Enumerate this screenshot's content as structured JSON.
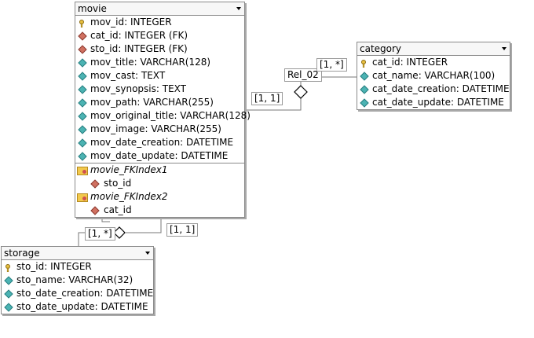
{
  "tables": {
    "movie": {
      "title": "movie",
      "columns": [
        {
          "text": "mov_id: INTEGER",
          "kind": "pk"
        },
        {
          "text": "cat_id: INTEGER (FK)",
          "kind": "fk"
        },
        {
          "text": "sto_id: INTEGER (FK)",
          "kind": "fk"
        },
        {
          "text": "mov_title: VARCHAR(128)",
          "kind": "col"
        },
        {
          "text": "mov_cast: TEXT",
          "kind": "col"
        },
        {
          "text": "mov_synopsis: TEXT",
          "kind": "col"
        },
        {
          "text": "mov_path: VARCHAR(255)",
          "kind": "col"
        },
        {
          "text": "mov_original_title: VARCHAR(128)",
          "kind": "col"
        },
        {
          "text": "mov_image: VARCHAR(255)",
          "kind": "col"
        },
        {
          "text": "mov_date_creation: DATETIME",
          "kind": "col"
        },
        {
          "text": "mov_date_update: DATETIME",
          "kind": "col"
        }
      ],
      "indexes": [
        {
          "name": "movie_FKIndex1",
          "column": "sto_id"
        },
        {
          "name": "movie_FKIndex2",
          "column": "cat_id"
        }
      ]
    },
    "category": {
      "title": "category",
      "columns": [
        {
          "text": "cat_id: INTEGER",
          "kind": "pk"
        },
        {
          "text": "cat_name: VARCHAR(100)",
          "kind": "col"
        },
        {
          "text": "cat_date_creation: DATETIME",
          "kind": "col"
        },
        {
          "text": "cat_date_update: DATETIME",
          "kind": "col"
        }
      ]
    },
    "storage": {
      "title": "storage",
      "columns": [
        {
          "text": "sto_id: INTEGER",
          "kind": "pk"
        },
        {
          "text": "sto_name: VARCHAR(32)",
          "kind": "col"
        },
        {
          "text": "sto_date_creation: DATETIME",
          "kind": "col"
        },
        {
          "text": "sto_date_update: DATETIME",
          "kind": "col"
        }
      ]
    }
  },
  "relations": {
    "rel_02": {
      "name": "Rel_02",
      "many": "[1, *]",
      "one": "[1, 1]"
    },
    "rel_storage": {
      "many": "[1, *]",
      "one": "[1, 1]"
    }
  },
  "icons": {
    "primary_key": "key-icon",
    "foreign_key": "fk-diamond-icon",
    "column": "column-diamond-icon",
    "index": "index-folder-icon"
  }
}
